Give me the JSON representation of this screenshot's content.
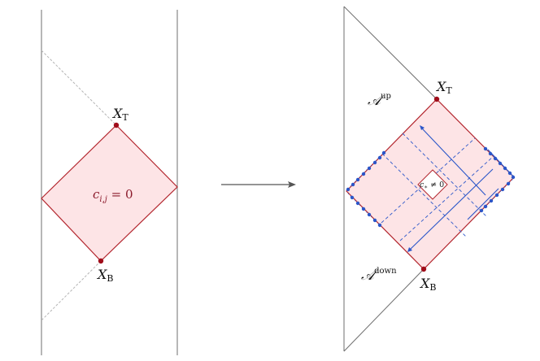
{
  "left_panel": {
    "top_point": {
      "letter": "X",
      "sub": "T"
    },
    "bottom_point": {
      "letter": "X",
      "sub": "B"
    },
    "condition": {
      "var": "c",
      "sub": "i,j",
      "rel": " = 0"
    }
  },
  "right_panel": {
    "top_point": {
      "letter": "X",
      "sub": "T"
    },
    "bottom_point": {
      "letter": "X",
      "sub": "B"
    },
    "region_up": {
      "letter": "𝒜",
      "sup": "up"
    },
    "region_down": {
      "letter": "𝒜",
      "sup": "down"
    },
    "center_cell": {
      "var": "c",
      "sub": "∗",
      "rel": " ≠ 0"
    }
  },
  "colors": {
    "diamond_fill": "#fde4e6",
    "diamond_stroke": "#b3262e",
    "point": "#a00d1a",
    "label_dark_red": "#8b1a2b",
    "blue": "#2b56c9",
    "line_gray": "#6f6f6f",
    "dash_gray": "#b5b5b5"
  }
}
